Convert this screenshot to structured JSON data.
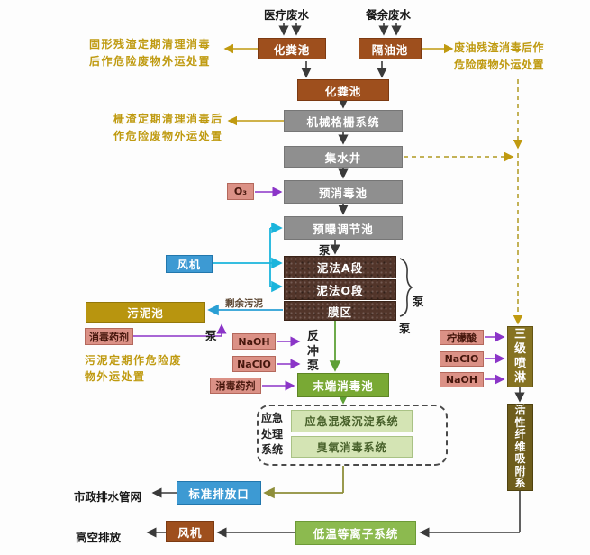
{
  "nodes": {
    "medical": "医疗废水",
    "food": "餐余废水",
    "septic1": "化粪池",
    "grease": "隔油池",
    "septic2": "化粪池",
    "grid": "机械格栅系统",
    "collect": "集水井",
    "predisinfect": "预消毒池",
    "preaeration": "预曝调节池",
    "sludge_a": "泥法A段",
    "sludge_o": "泥法O段",
    "membrane": "膜区",
    "fan_top": "风机",
    "sludge_tank": "污泥池",
    "final_disinfect": "末端消毒池",
    "emergency_coag": "应急混凝沉淀系统",
    "ozone_system": "臭氧消毒系统",
    "outlet": "标准排放口",
    "plasma": "低温等离子系统",
    "fan_bottom": "风机",
    "spray": "三级喷淋",
    "fiber": "活性纤维吸附系"
  },
  "chemicals": {
    "o3": "O₃",
    "naoh_left": "NaOH",
    "naclo_left": "NaClO",
    "disinfectant_sludge": "消毒药剂",
    "disinfectant_final": "消毒药剂",
    "citric_acid": "柠檬酸",
    "naclo_right": "NaClO",
    "naoh_right": "NaOH"
  },
  "annotations": {
    "solid_residue_1": "固形残渣定期清理消毒",
    "solid_residue_2": "后作危险废物外运处置",
    "waste_oil_1": "废油残渣消毒后作",
    "waste_oil_2": "危险废物外运处置",
    "grid_residue_1": "栅渣定期清理消毒后",
    "grid_residue_2": "作危险废物外运处置",
    "sludge_disposal_1": "污泥定期作危险废",
    "sludge_disposal_2": "物外运处置"
  },
  "flow_labels": {
    "pump_1": "泵",
    "pump_2": "泵",
    "pump_3": "泵",
    "pump_4": "泵",
    "excess_sludge": "剩余污泥",
    "backwash_pump": "反冲泵",
    "emergency_system": "应急处理系统",
    "municipal_network": "市政排水管网",
    "high_altitude": "高空排放"
  },
  "colors": {
    "brown_box": "#9e4f1d",
    "gray_box": "#8f8f8f",
    "dark_sludge_box": "#52352a",
    "pink_box": "#db9186",
    "blue_box": "#3d9ad3",
    "mustard_box": "#b8950f",
    "green_box": "#79a934",
    "pale_green_box": "#d4e4b4",
    "plasma_box": "#8cba4f",
    "olive_box": "#867122",
    "dark_olive_box": "#6e5d1c",
    "annotation_text": "#bf9a10",
    "arrow_dark": "#3a3a3a",
    "arrow_green": "#5ea036",
    "arrow_purple": "#8b35c8",
    "arrow_cyan": "#1ab4dc",
    "arrow_olive": "#8e8e3a",
    "gas_dashed_line": "#b09a20"
  }
}
